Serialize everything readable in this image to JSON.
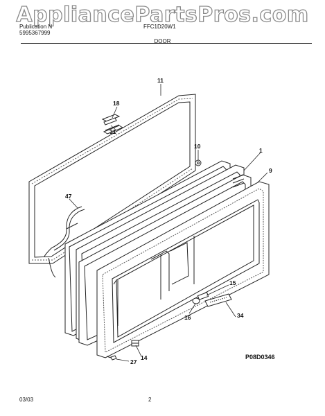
{
  "watermark": "AppliancePartsPros.com",
  "header": {
    "publication_label": "Publication N",
    "publication_no": "5995367999",
    "model": "FFC1D20W1",
    "section": "DOOR"
  },
  "callouts": {
    "p1": "1",
    "p9": "9",
    "p10": "10",
    "p11": "11",
    "p14": "14",
    "p15": "15",
    "p16": "16",
    "p18": "18",
    "p27": "27",
    "p31": "31",
    "p34": "34",
    "p47": "47"
  },
  "figure_code": "P08D0346",
  "footer": {
    "date": "03/03",
    "page": "2"
  },
  "colors": {
    "line": "#222222",
    "gasket": "#555555",
    "watermark_stroke": "#8a8a8a"
  }
}
